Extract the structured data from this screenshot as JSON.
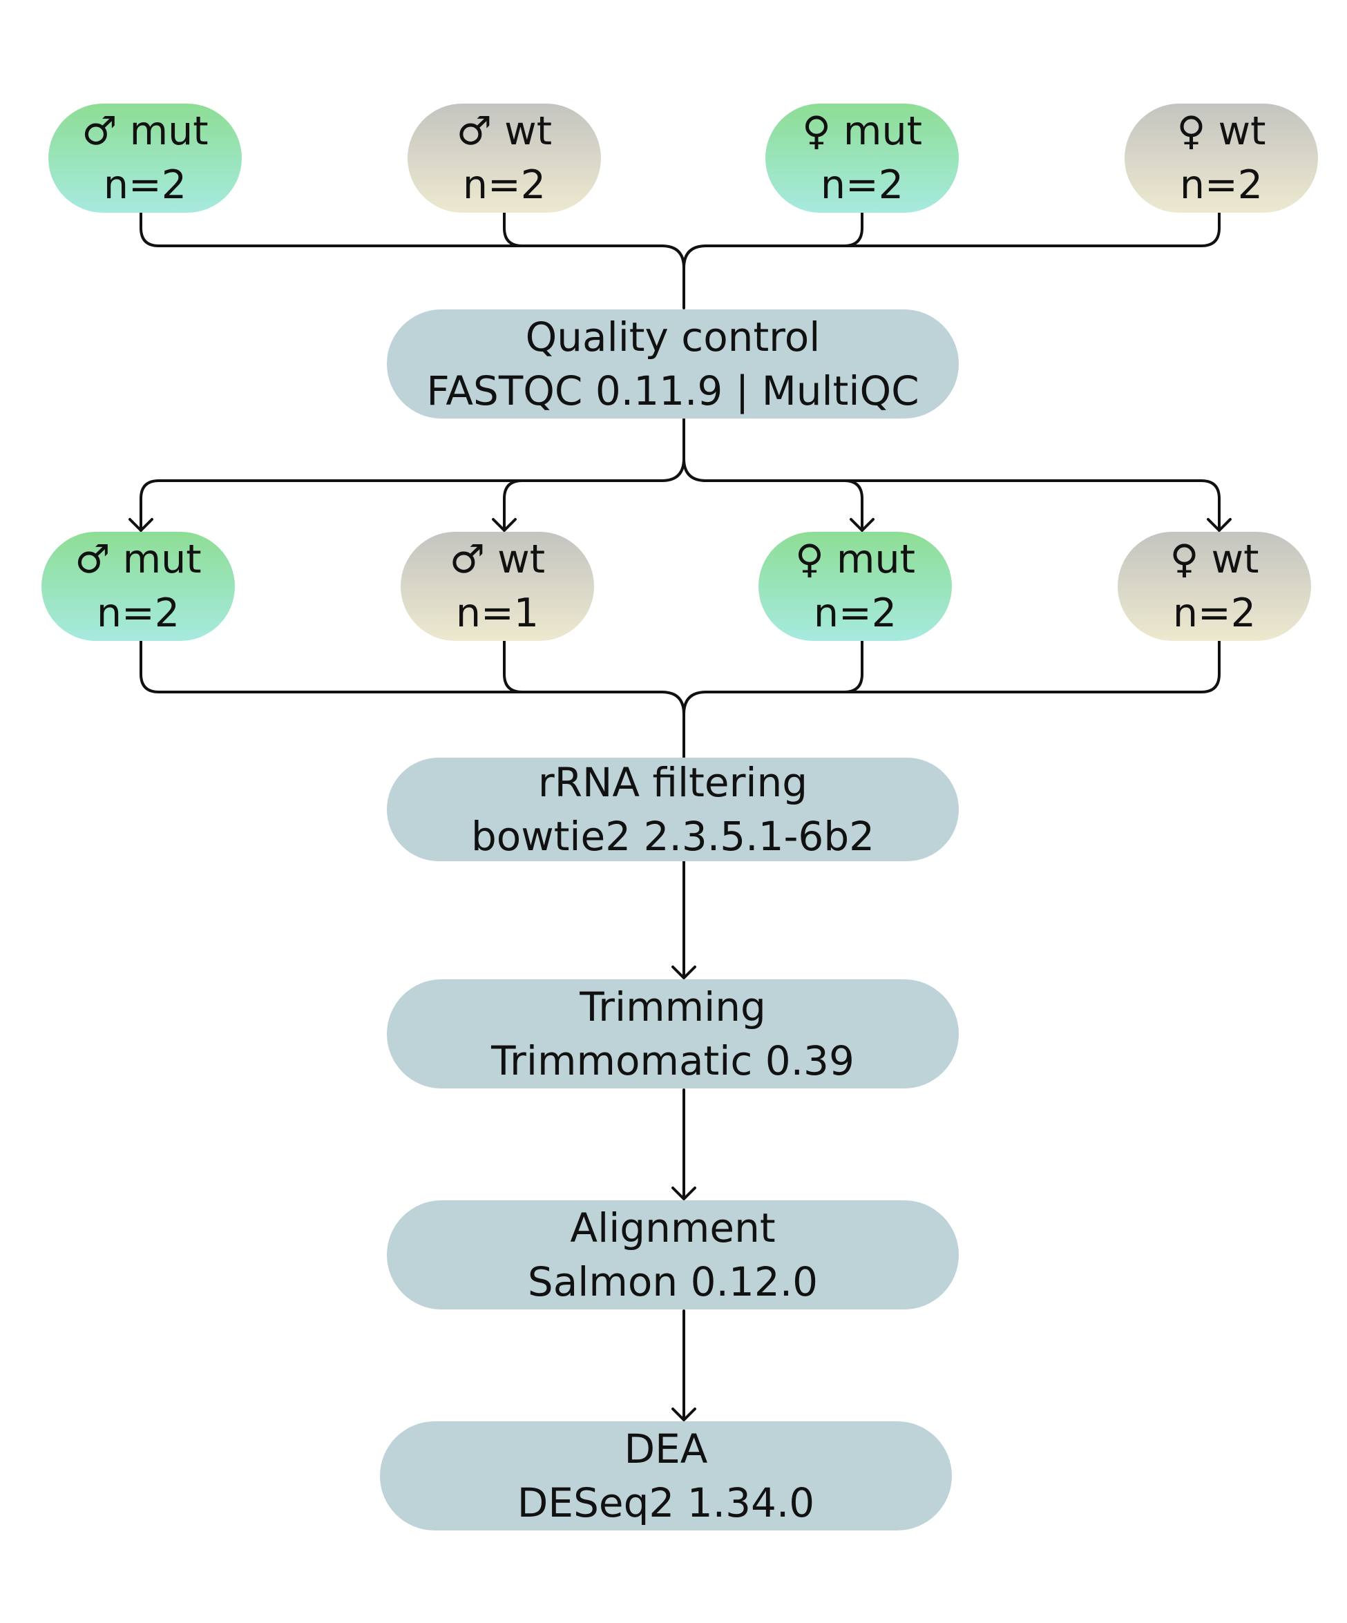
{
  "input_samples": [
    {
      "group": "♂ mut",
      "n": "n=2",
      "kind": "mut"
    },
    {
      "group": "♂ wt",
      "n": "n=2",
      "kind": "wt"
    },
    {
      "group": "♀ mut",
      "n": "n=2",
      "kind": "mut"
    },
    {
      "group": "♀ wt",
      "n": "n=2",
      "kind": "wt"
    }
  ],
  "qc_step": {
    "title": "Quality control",
    "tool": "FASTQC 0.11.9 | MultiQC"
  },
  "filtered_samples": [
    {
      "group": "♂ mut",
      "n": "n=2",
      "kind": "mut"
    },
    {
      "group": "♂ wt",
      "n": "n=1",
      "kind": "wt"
    },
    {
      "group": "♀ mut",
      "n": "n=2",
      "kind": "mut"
    },
    {
      "group": "♀ wt",
      "n": "n=2",
      "kind": "wt"
    }
  ],
  "pipeline_steps": [
    {
      "title": "rRNA filtering",
      "tool": "bowtie2 2.3.5.1-6b2"
    },
    {
      "title": "Trimming",
      "tool": "Trimmomatic 0.39"
    },
    {
      "title": "Alignment",
      "tool": "Salmon 0.12.0"
    },
    {
      "title": "DEA",
      "tool": "DESeq2 1.34.0"
    }
  ],
  "colors": {
    "mut_top": "#8edd95",
    "mut_bottom": "#a6eadf",
    "wt_top": "#c4c4c0",
    "wt_bottom": "#ede9cf",
    "step_fill": "#bdd3d8",
    "connector": "#111111"
  }
}
